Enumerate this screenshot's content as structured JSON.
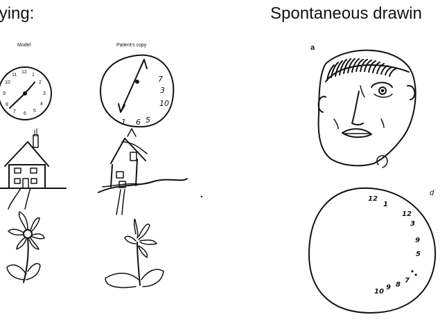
{
  "headings": {
    "copying": "opying:",
    "spontaneous": "Spontaneous drawin"
  },
  "labels": {
    "model": "Model",
    "patient_copy": "Patient's copy"
  },
  "panel_letters": {
    "a": "a",
    "d": "d"
  },
  "model_clock_numbers": [
    "12",
    "1",
    "2",
    "3",
    "4",
    "5",
    "6",
    "7",
    "8",
    "9",
    "10",
    "11"
  ],
  "patient_clock_numbers": [
    "7",
    "3",
    "10",
    "1",
    "6",
    "5"
  ],
  "spontaneous_clock_numbers": [
    "12",
    "1",
    "12",
    "3",
    "9",
    "5",
    "10",
    "9",
    "8",
    "7"
  ]
}
